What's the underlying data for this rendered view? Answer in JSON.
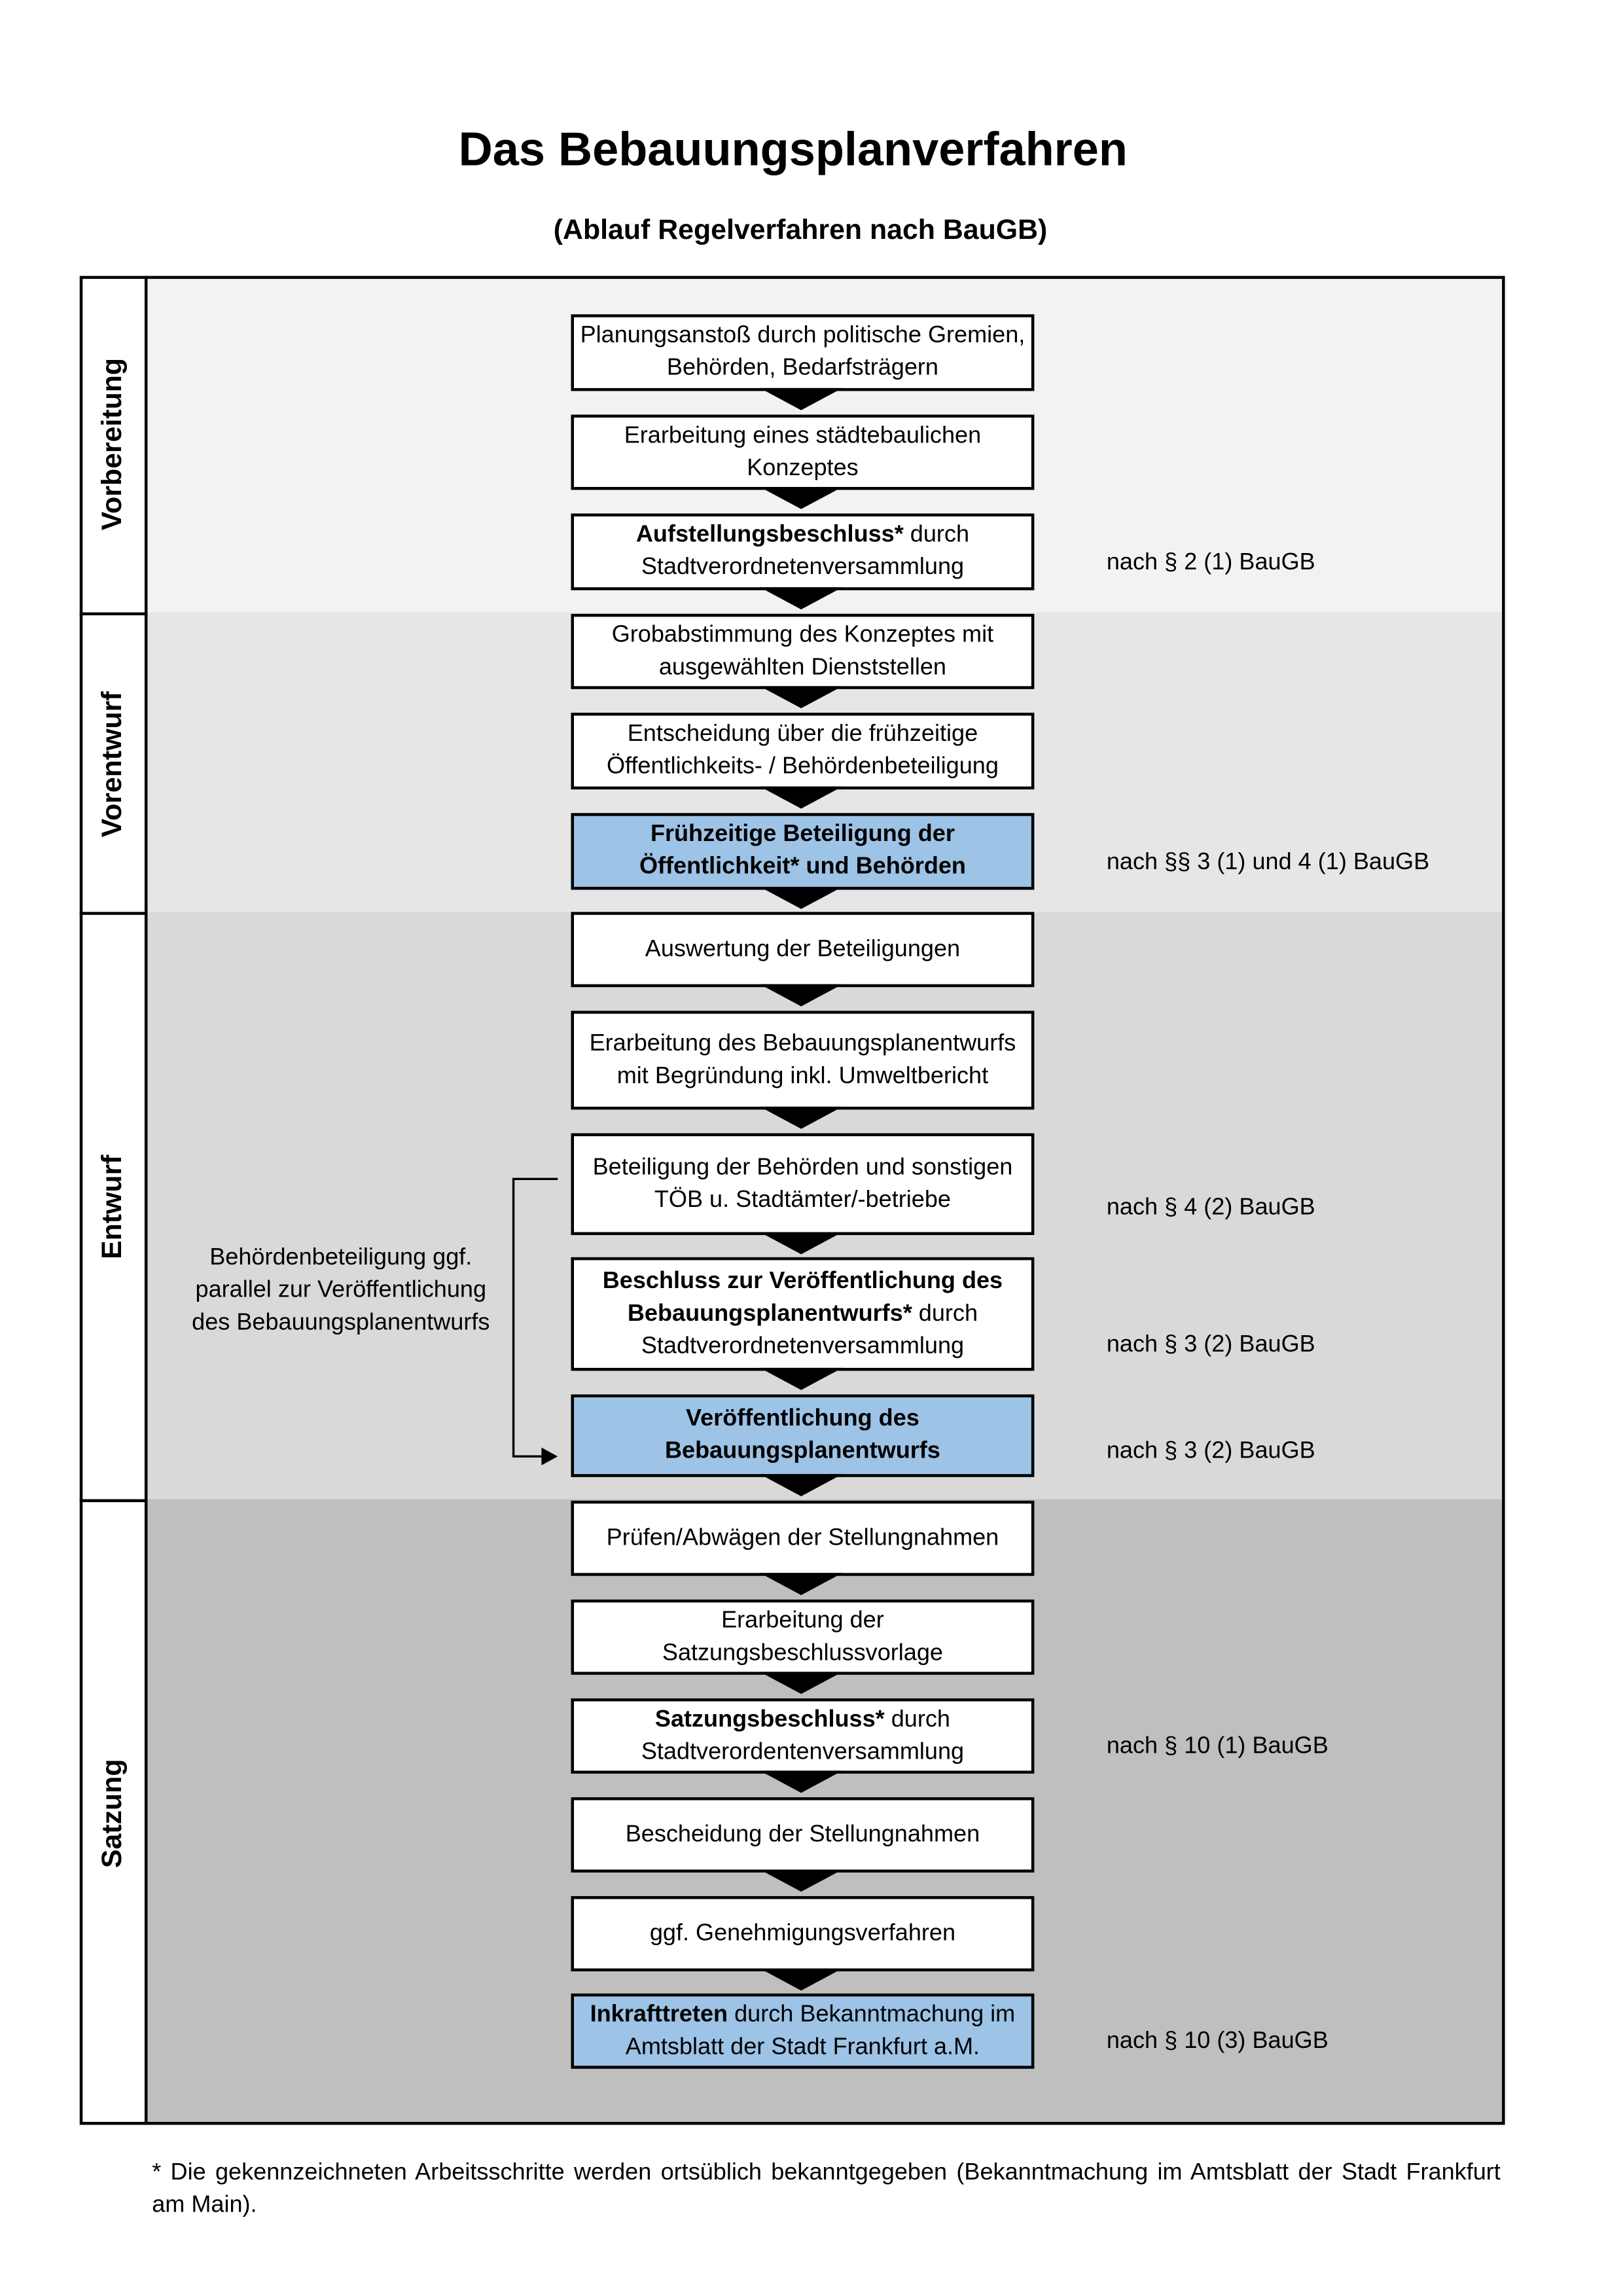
{
  "title": "Das Bebauungsplanverfahren",
  "subtitle": "(Ablauf Regelverfahren nach BauGB)",
  "colors": {
    "highlight": "#9dc3e6",
    "band_vorbereitung": "#f2f2f2",
    "band_vorentwurf": "#e6e6e6",
    "band_entwurf": "#d9d9d9",
    "band_satzung": "#bfbfbf"
  },
  "phases": [
    {
      "label": "Vorbereitung"
    },
    {
      "label": "Vorentwurf"
    },
    {
      "label": "Entwurf"
    },
    {
      "label": "Satzung"
    }
  ],
  "steps": [
    {
      "bold": "",
      "text": "Planungsanstoß durch politische Gremien, Behörden, Bedarfsträgern"
    },
    {
      "bold": "",
      "text": "Erarbeitung eines städtebaulichen Konzeptes"
    },
    {
      "bold": "Aufstellungsbeschluss*",
      "text": " durch Stadtverordnetenversammlung"
    },
    {
      "bold": "",
      "text": "Grobabstimmung des Konzeptes mit ausgewählten Dienststellen"
    },
    {
      "bold": "",
      "text": "Entscheidung über die frühzeitige Öffentlichkeits- / Behördenbeteiligung"
    },
    {
      "bold": "Frühzeitige Beteiligung der Öffentlichkeit* und Behörden",
      "text": ""
    },
    {
      "bold": "",
      "text": "Auswertung der Beteiligungen"
    },
    {
      "bold": "",
      "text": "Erarbeitung des Bebauungsplanentwurfs mit Begründung inkl. Umweltbericht"
    },
    {
      "bold": "",
      "text": "Beteiligung der Behörden und sonstigen TÖB u. Stadtämter/-betriebe"
    },
    {
      "bold": "Beschluss zur Veröffentlichung des Bebauungsplanentwurfs*",
      "text": " durch Stadtverordnetenversammlung"
    },
    {
      "bold": "Veröffentlichung des Bebauungsplanentwurfs",
      "text": ""
    },
    {
      "bold": "",
      "text": "Prüfen/Abwägen der Stellungnahmen"
    },
    {
      "bold": "",
      "text": "Erarbeitung der Satzungsbeschlussvorlage"
    },
    {
      "bold": "Satzungsbeschluss*",
      "text": " durch Stadtverordentenversammlung"
    },
    {
      "bold": "",
      "text": "Bescheidung der Stellungnahmen"
    },
    {
      "bold": "",
      "text": "ggf. Genehmigungsverfahren"
    },
    {
      "bold": "Inkrafttreten",
      "text": " durch Bekanntmachung im Amtsblatt der Stadt Frankfurt a.M."
    }
  ],
  "notes": [
    "nach § 2 (1) BauGB",
    "nach §§ 3 (1) und 4 (1) BauGB",
    "nach § 4 (2) BauGB",
    "nach § 3 (2) BauGB",
    "nach § 3 (2) BauGB",
    "nach § 10 (1) BauGB",
    "nach § 10 (3) BauGB"
  ],
  "side_note": "Behördenbeteiligung ggf. parallel zur Veröffentlichung des Bebauungsplanentwurfs",
  "footnote": "* Die gekennzeichneten Arbeitsschritte werden ortsüblich bekanntgegeben (Bekanntmachung im Amtsblatt  der Stadt Frankfurt am Main)."
}
